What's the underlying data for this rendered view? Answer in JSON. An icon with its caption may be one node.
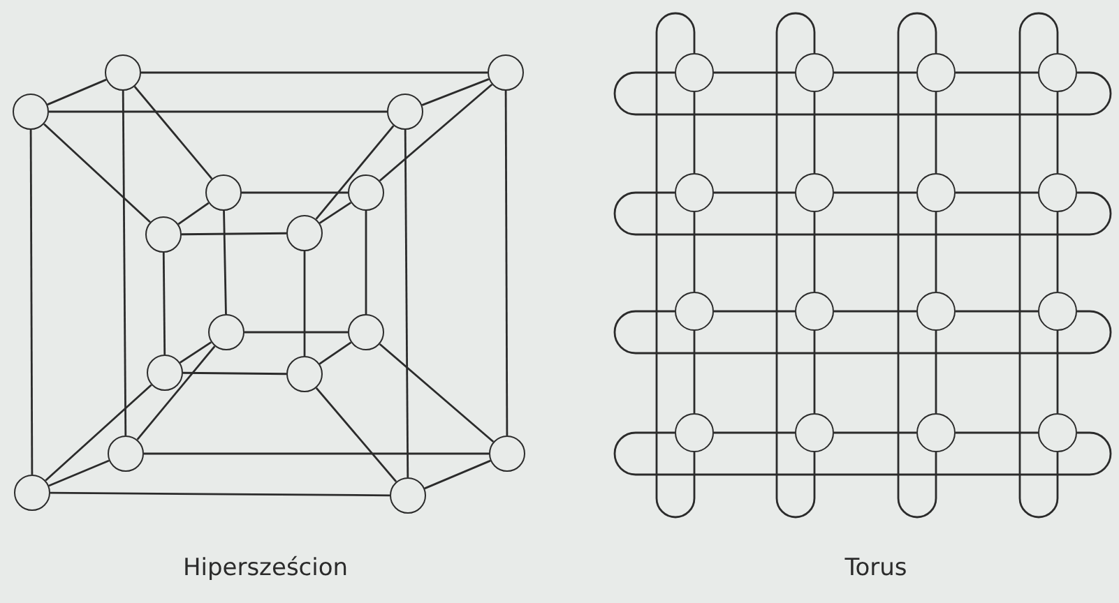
{
  "diagram": {
    "nodes": [
      {
        "text": [],
        "shape": "circle"
      },
      {
        "text": [],
        "shape": "circle"
      },
      {
        "text": [],
        "shape": "circle"
      },
      {
        "text": [],
        "shape": "circle"
      },
      {
        "text": [],
        "shape": "circle"
      },
      {
        "text": [],
        "shape": "circle"
      },
      {
        "text": [],
        "shape": "circle"
      },
      {
        "text": [],
        "shape": "circle"
      },
      {
        "text": [],
        "shape": "circle"
      },
      {
        "text": [],
        "shape": "circle"
      },
      {
        "text": [],
        "shape": "circle"
      },
      {
        "text": [],
        "shape": "circle"
      },
      {
        "text": [],
        "shape": "circle"
      },
      {
        "text": [],
        "shape": "circle"
      },
      {
        "text": [],
        "shape": "circle"
      },
      {
        "text": [],
        "shape": "circle"
      },
      {
        "text": [],
        "shape": "circle"
      },
      {
        "text": [],
        "shape": "circle"
      },
      {
        "text": [],
        "shape": "circle"
      },
      {
        "text": [],
        "shape": "circle"
      },
      {
        "text": [],
        "shape": "circle"
      },
      {
        "text": [],
        "shape": "circle"
      },
      {
        "text": [],
        "shape": "circle"
      },
      {
        "text": [],
        "shape": "circle"
      },
      {
        "text": [],
        "shape": "circle"
      },
      {
        "text": [],
        "shape": "circle"
      },
      {
        "text": [],
        "shape": "circle"
      },
      {
        "text": [],
        "shape": "circle"
      },
      {
        "text": [],
        "shape": "circle"
      },
      {
        "text": [],
        "shape": "circle"
      },
      {
        "text": [],
        "shape": "circle"
      },
      {
        "text": [],
        "shape": "circle"
      }
    ],
    "edges": [
      {
        "from": 0,
        "to": 1,
        "arrow": "none"
      },
      {
        "from": 0,
        "to": 2,
        "arrow": "none"
      },
      {
        "from": 0,
        "to": 4,
        "arrow": "none"
      },
      {
        "from": 0,
        "to": 12,
        "arrow": "none"
      },
      {
        "from": 1,
        "to": 3,
        "arrow": "none"
      },
      {
        "from": 1,
        "to": 5,
        "arrow": "none"
      },
      {
        "from": 1,
        "to": 13,
        "arrow": "none"
      },
      {
        "from": 2,
        "to": 3,
        "arrow": "none"
      },
      {
        "from": 2,
        "to": 6,
        "arrow": "none"
      },
      {
        "from": 2,
        "to": 14,
        "arrow": "none"
      },
      {
        "from": 3,
        "to": 7,
        "arrow": "none"
      },
      {
        "from": 3,
        "to": 15,
        "arrow": "none"
      },
      {
        "from": 4,
        "to": 5,
        "arrow": "none"
      },
      {
        "from": 4,
        "to": 6,
        "arrow": "none"
      },
      {
        "from": 4,
        "to": 8,
        "arrow": "none"
      },
      {
        "from": 5,
        "to": 7,
        "arrow": "none"
      },
      {
        "from": 5,
        "to": 9,
        "arrow": "none"
      },
      {
        "from": 6,
        "to": 7,
        "arrow": "none"
      },
      {
        "from": 6,
        "to": 10,
        "arrow": "none"
      },
      {
        "from": 7,
        "to": 11,
        "arrow": "none"
      },
      {
        "from": 8,
        "to": 9,
        "arrow": "none"
      },
      {
        "from": 8,
        "to": 10,
        "arrow": "none"
      },
      {
        "from": 8,
        "to": 12,
        "arrow": "none"
      },
      {
        "from": 9,
        "to": 11,
        "arrow": "none"
      },
      {
        "from": 9,
        "to": 13,
        "arrow": "none"
      },
      {
        "from": 10,
        "to": 11,
        "arrow": "none"
      },
      {
        "from": 10,
        "to": 14,
        "arrow": "none"
      },
      {
        "from": 11,
        "to": 15,
        "arrow": "none"
      },
      {
        "from": 12,
        "to": 13,
        "arrow": "none"
      },
      {
        "from": 12,
        "to": 14,
        "arrow": "none"
      },
      {
        "from": 13,
        "to": 15,
        "arrow": "none"
      },
      {
        "from": 14,
        "to": 15,
        "arrow": "none"
      },
      {
        "from": 16,
        "to": 17,
        "arrow": "none"
      },
      {
        "from": 17,
        "to": 18,
        "arrow": "none"
      },
      {
        "from": 18,
        "to": 19,
        "arrow": "none"
      },
      {
        "from": 16,
        "to": 19,
        "arrow": "none"
      },
      {
        "from": 20,
        "to": 21,
        "arrow": "none"
      },
      {
        "from": 21,
        "to": 22,
        "arrow": "none"
      },
      {
        "from": 22,
        "to": 23,
        "arrow": "none"
      },
      {
        "from": 20,
        "to": 23,
        "arrow": "none"
      },
      {
        "from": 24,
        "to": 25,
        "arrow": "none"
      },
      {
        "from": 25,
        "to": 26,
        "arrow": "none"
      },
      {
        "from": 26,
        "to": 27,
        "arrow": "none"
      },
      {
        "from": 24,
        "to": 27,
        "arrow": "none"
      },
      {
        "from": 28,
        "to": 29,
        "arrow": "none"
      },
      {
        "from": 29,
        "to": 30,
        "arrow": "none"
      },
      {
        "from": 30,
        "to": 31,
        "arrow": "none"
      },
      {
        "from": 28,
        "to": 31,
        "arrow": "none"
      },
      {
        "from": 16,
        "to": 20,
        "arrow": "none"
      },
      {
        "from": 20,
        "to": 24,
        "arrow": "none"
      },
      {
        "from": 24,
        "to": 28,
        "arrow": "none"
      },
      {
        "from": 16,
        "to": 28,
        "arrow": "none"
      },
      {
        "from": 17,
        "to": 21,
        "arrow": "none"
      },
      {
        "from": 21,
        "to": 25,
        "arrow": "none"
      },
      {
        "from": 25,
        "to": 29,
        "arrow": "none"
      },
      {
        "from": 17,
        "to": 29,
        "arrow": "none"
      },
      {
        "from": 18,
        "to": 22,
        "arrow": "none"
      },
      {
        "from": 22,
        "to": 26,
        "arrow": "none"
      },
      {
        "from": 26,
        "to": 30,
        "arrow": "none"
      },
      {
        "from": 18,
        "to": 30,
        "arrow": "none"
      },
      {
        "from": 19,
        "to": 23,
        "arrow": "none"
      },
      {
        "from": 23,
        "to": 27,
        "arrow": "none"
      },
      {
        "from": 27,
        "to": 31,
        "arrow": "none"
      },
      {
        "from": 19,
        "to": 31,
        "arrow": "none"
      }
    ],
    "labels": [
      "Hipersześcion",
      "Torus"
    ]
  }
}
